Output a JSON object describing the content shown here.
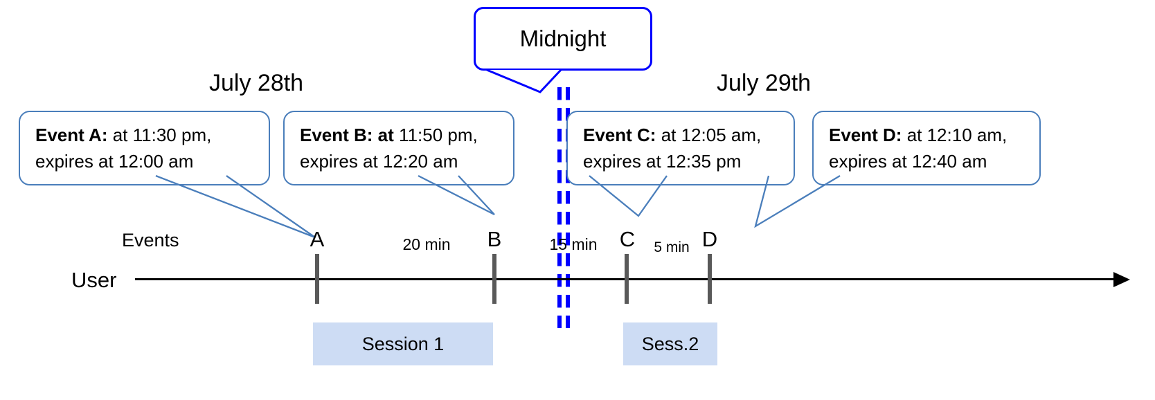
{
  "diagram": {
    "title_left": "July 28th",
    "title_right": "July 29th",
    "midnight_label": "Midnight",
    "row_label_user": "User",
    "row_label_events": "Events",
    "colors": {
      "callout_border": "#4A7EBB",
      "midnight_border": "#0000FF",
      "midnight_dash": "#0000FF",
      "session_fill": "#CDDCF4",
      "tick": "#595959",
      "axis": "#000000"
    },
    "callouts": [
      {
        "id": "event-a",
        "bold": "Event A:",
        "rest": " at 11:30 pm,",
        "line2": "expires at 12:00 am"
      },
      {
        "id": "event-b",
        "bold": "Event B: at",
        "rest": " 11:50 pm,",
        "line2": "expires at 12:20 am"
      },
      {
        "id": "event-c",
        "bold": "Event C:",
        "rest": " at 12:05 am,",
        "line2": "expires at 12:35 pm"
      },
      {
        "id": "event-d",
        "bold": "Event D:",
        "rest": "  at 12:10 am,",
        "line2": "expires at 12:40 am"
      }
    ],
    "event_markers": [
      {
        "id": "marker-a",
        "letter": "A"
      },
      {
        "id": "marker-b",
        "letter": "B"
      },
      {
        "id": "marker-c",
        "letter": "C"
      },
      {
        "id": "marker-d",
        "letter": "D"
      }
    ],
    "gaps": [
      {
        "id": "gap-ab",
        "label": "20 min"
      },
      {
        "id": "gap-bc",
        "label": "15 min"
      },
      {
        "id": "gap-cd",
        "label": "5 min"
      }
    ],
    "sessions": [
      {
        "id": "session-1",
        "label": "Session 1"
      },
      {
        "id": "session-2",
        "label": "Sess.2"
      }
    ]
  }
}
